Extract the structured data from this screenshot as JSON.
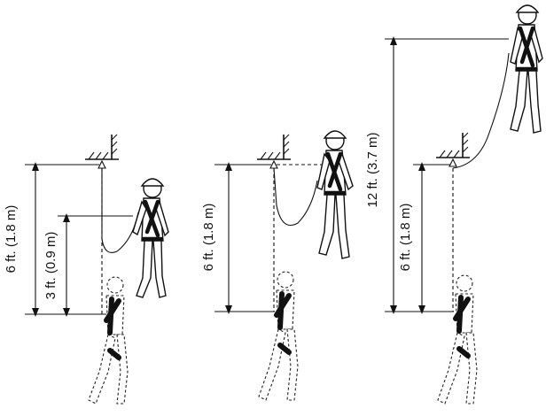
{
  "labels": {
    "fig1_outer": "6 ft. (1.8 m)",
    "fig1_inner": "3 ft. (0.9 m)",
    "fig2": "6 ft. (1.8 m)",
    "fig3_outer": "12 ft. (3.7 m)",
    "fig3_inner": "6 ft. (1.8 m)"
  }
}
